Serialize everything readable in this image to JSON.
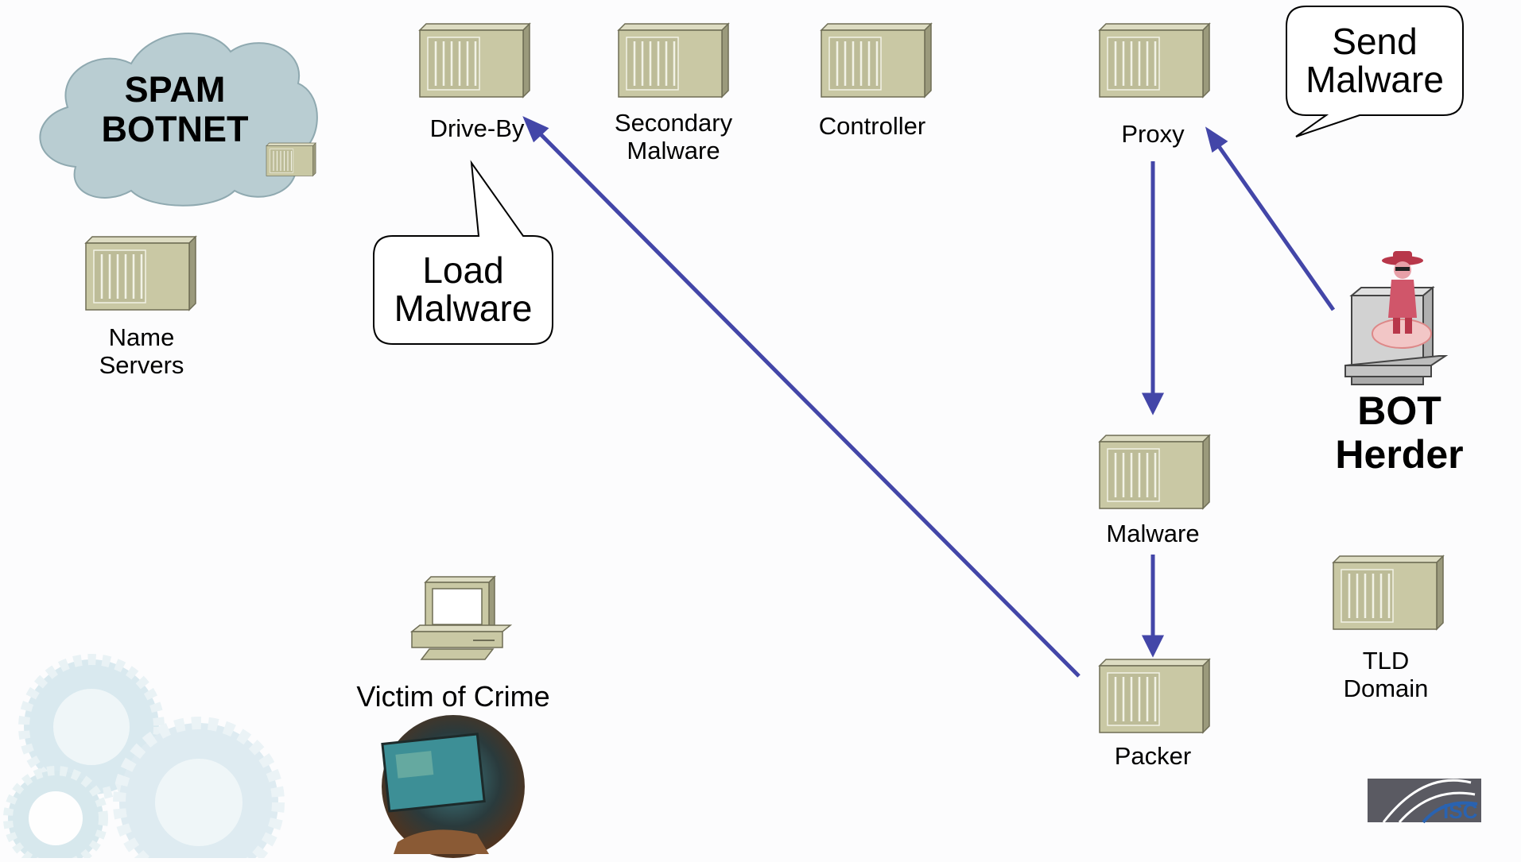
{
  "cloud": {
    "label": "SPAM\nBOTNET",
    "fill": "#b9cdd2"
  },
  "servers": {
    "name_servers": "Name\nServers",
    "drive_by": "Drive-By",
    "secondary": "Secondary\nMalware",
    "controller": "Controller",
    "proxy": "Proxy",
    "malware": "Malware",
    "packer": "Packer",
    "tld": "TLD\nDomain"
  },
  "bubbles": {
    "load": "Load\nMalware",
    "send": "Send\nMalware"
  },
  "victim": {
    "label": "Victim of Crime"
  },
  "bot_herder": {
    "label": "BOT\nHerder"
  },
  "logo": {
    "text": "ISC"
  },
  "colors": {
    "arrow": "#4346a8",
    "server_front": "#c9c8a4",
    "server_side": "#9b9a7c",
    "server_top": "#dddcc2",
    "gear": "#cfe3ea"
  }
}
